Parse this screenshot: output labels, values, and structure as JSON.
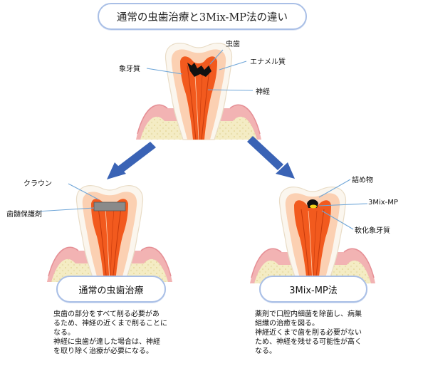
{
  "title": "通常の虫歯治療と3Mix-MP法の違い",
  "top_labels": {
    "caries": "虫歯",
    "dentin": "象牙質",
    "enamel": "エナメル質",
    "nerve": "神経"
  },
  "left_labels": {
    "crown": "クラウン",
    "pulp_protectant": "歯髄保護剤"
  },
  "right_labels": {
    "filling": "詰め物",
    "medicine": "3Mix-MP",
    "softened_dentin": "軟化象牙質"
  },
  "left_method": {
    "name": "通常の虫歯治療",
    "lines": [
      "虫歯の部分をすべて削る必要があ",
      "るため、神経の近くまで削ることに",
      "なる。",
      "神経に虫歯が達した場合は、神経",
      "を取り除く治療が必要になる。"
    ]
  },
  "right_method": {
    "name": "3Mix-MP法",
    "lines": [
      "薬剤で口腔内細菌を除菌し、病巣",
      "組織の治癒を図る。",
      "神経近くまで歯を削る必要がない",
      "ため、神経を残せる可能性が高く",
      "なる。"
    ]
  },
  "colors": {
    "arrow": "#3a63b5",
    "pill_border": "#a9bfe6",
    "gum": "#f2b3b3",
    "bone": "#f4ecc4",
    "pulp": "#f25a1e",
    "dentin": "#fbd0b2",
    "enamel": "#fbf6ee",
    "crown": "#8a8a8a",
    "filling": "#111111",
    "medicine": "#f5d21a"
  }
}
